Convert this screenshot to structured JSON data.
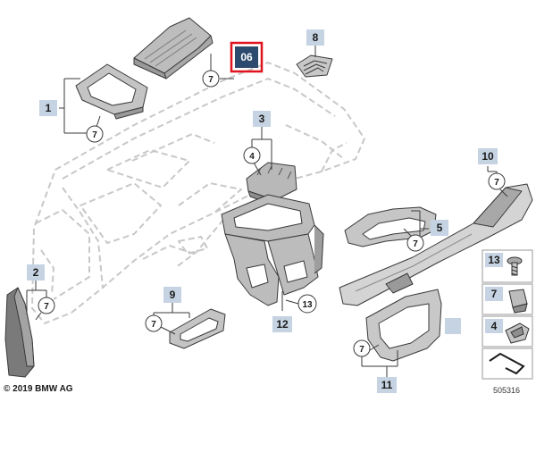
{
  "colors": {
    "label_bg": "#c5d3e2",
    "highlight_fill": "#2b4a6e",
    "highlight_border": "#e0141e",
    "part_line": "#3a3a3a",
    "dash_line": "#c8c8c8",
    "part_fill": "#cfcfcf"
  },
  "callouts": [
    {
      "id": "c1",
      "text": "1"
    },
    {
      "id": "c2",
      "text": "2"
    },
    {
      "id": "c3",
      "text": "3"
    },
    {
      "id": "c5",
      "text": "5"
    },
    {
      "id": "c8",
      "text": "8"
    },
    {
      "id": "c9",
      "text": "9"
    },
    {
      "id": "c10",
      "text": "10"
    },
    {
      "id": "c11",
      "text": "11"
    },
    {
      "id": "c12",
      "text": "12"
    }
  ],
  "circles": [
    {
      "id": "r7a",
      "text": "7"
    },
    {
      "id": "r7b",
      "text": "7"
    },
    {
      "id": "r7c",
      "text": "7"
    },
    {
      "id": "r7d",
      "text": "7"
    },
    {
      "id": "r7e",
      "text": "7"
    },
    {
      "id": "r7f",
      "text": "7"
    },
    {
      "id": "r7g",
      "text": "7"
    },
    {
      "id": "r4",
      "text": "4"
    },
    {
      "id": "r13",
      "text": "13"
    }
  ],
  "highlight": {
    "text": "06"
  },
  "legend": [
    {
      "text": "13",
      "icon": "screw-icon"
    },
    {
      "text": "7",
      "icon": "clip-icon"
    },
    {
      "text": "4",
      "icon": "bracket-clip-icon"
    },
    {
      "text": "",
      "icon": "cable-tie-icon"
    }
  ],
  "copyright": "© 2019 BMW AG",
  "diagram_id": "505316"
}
